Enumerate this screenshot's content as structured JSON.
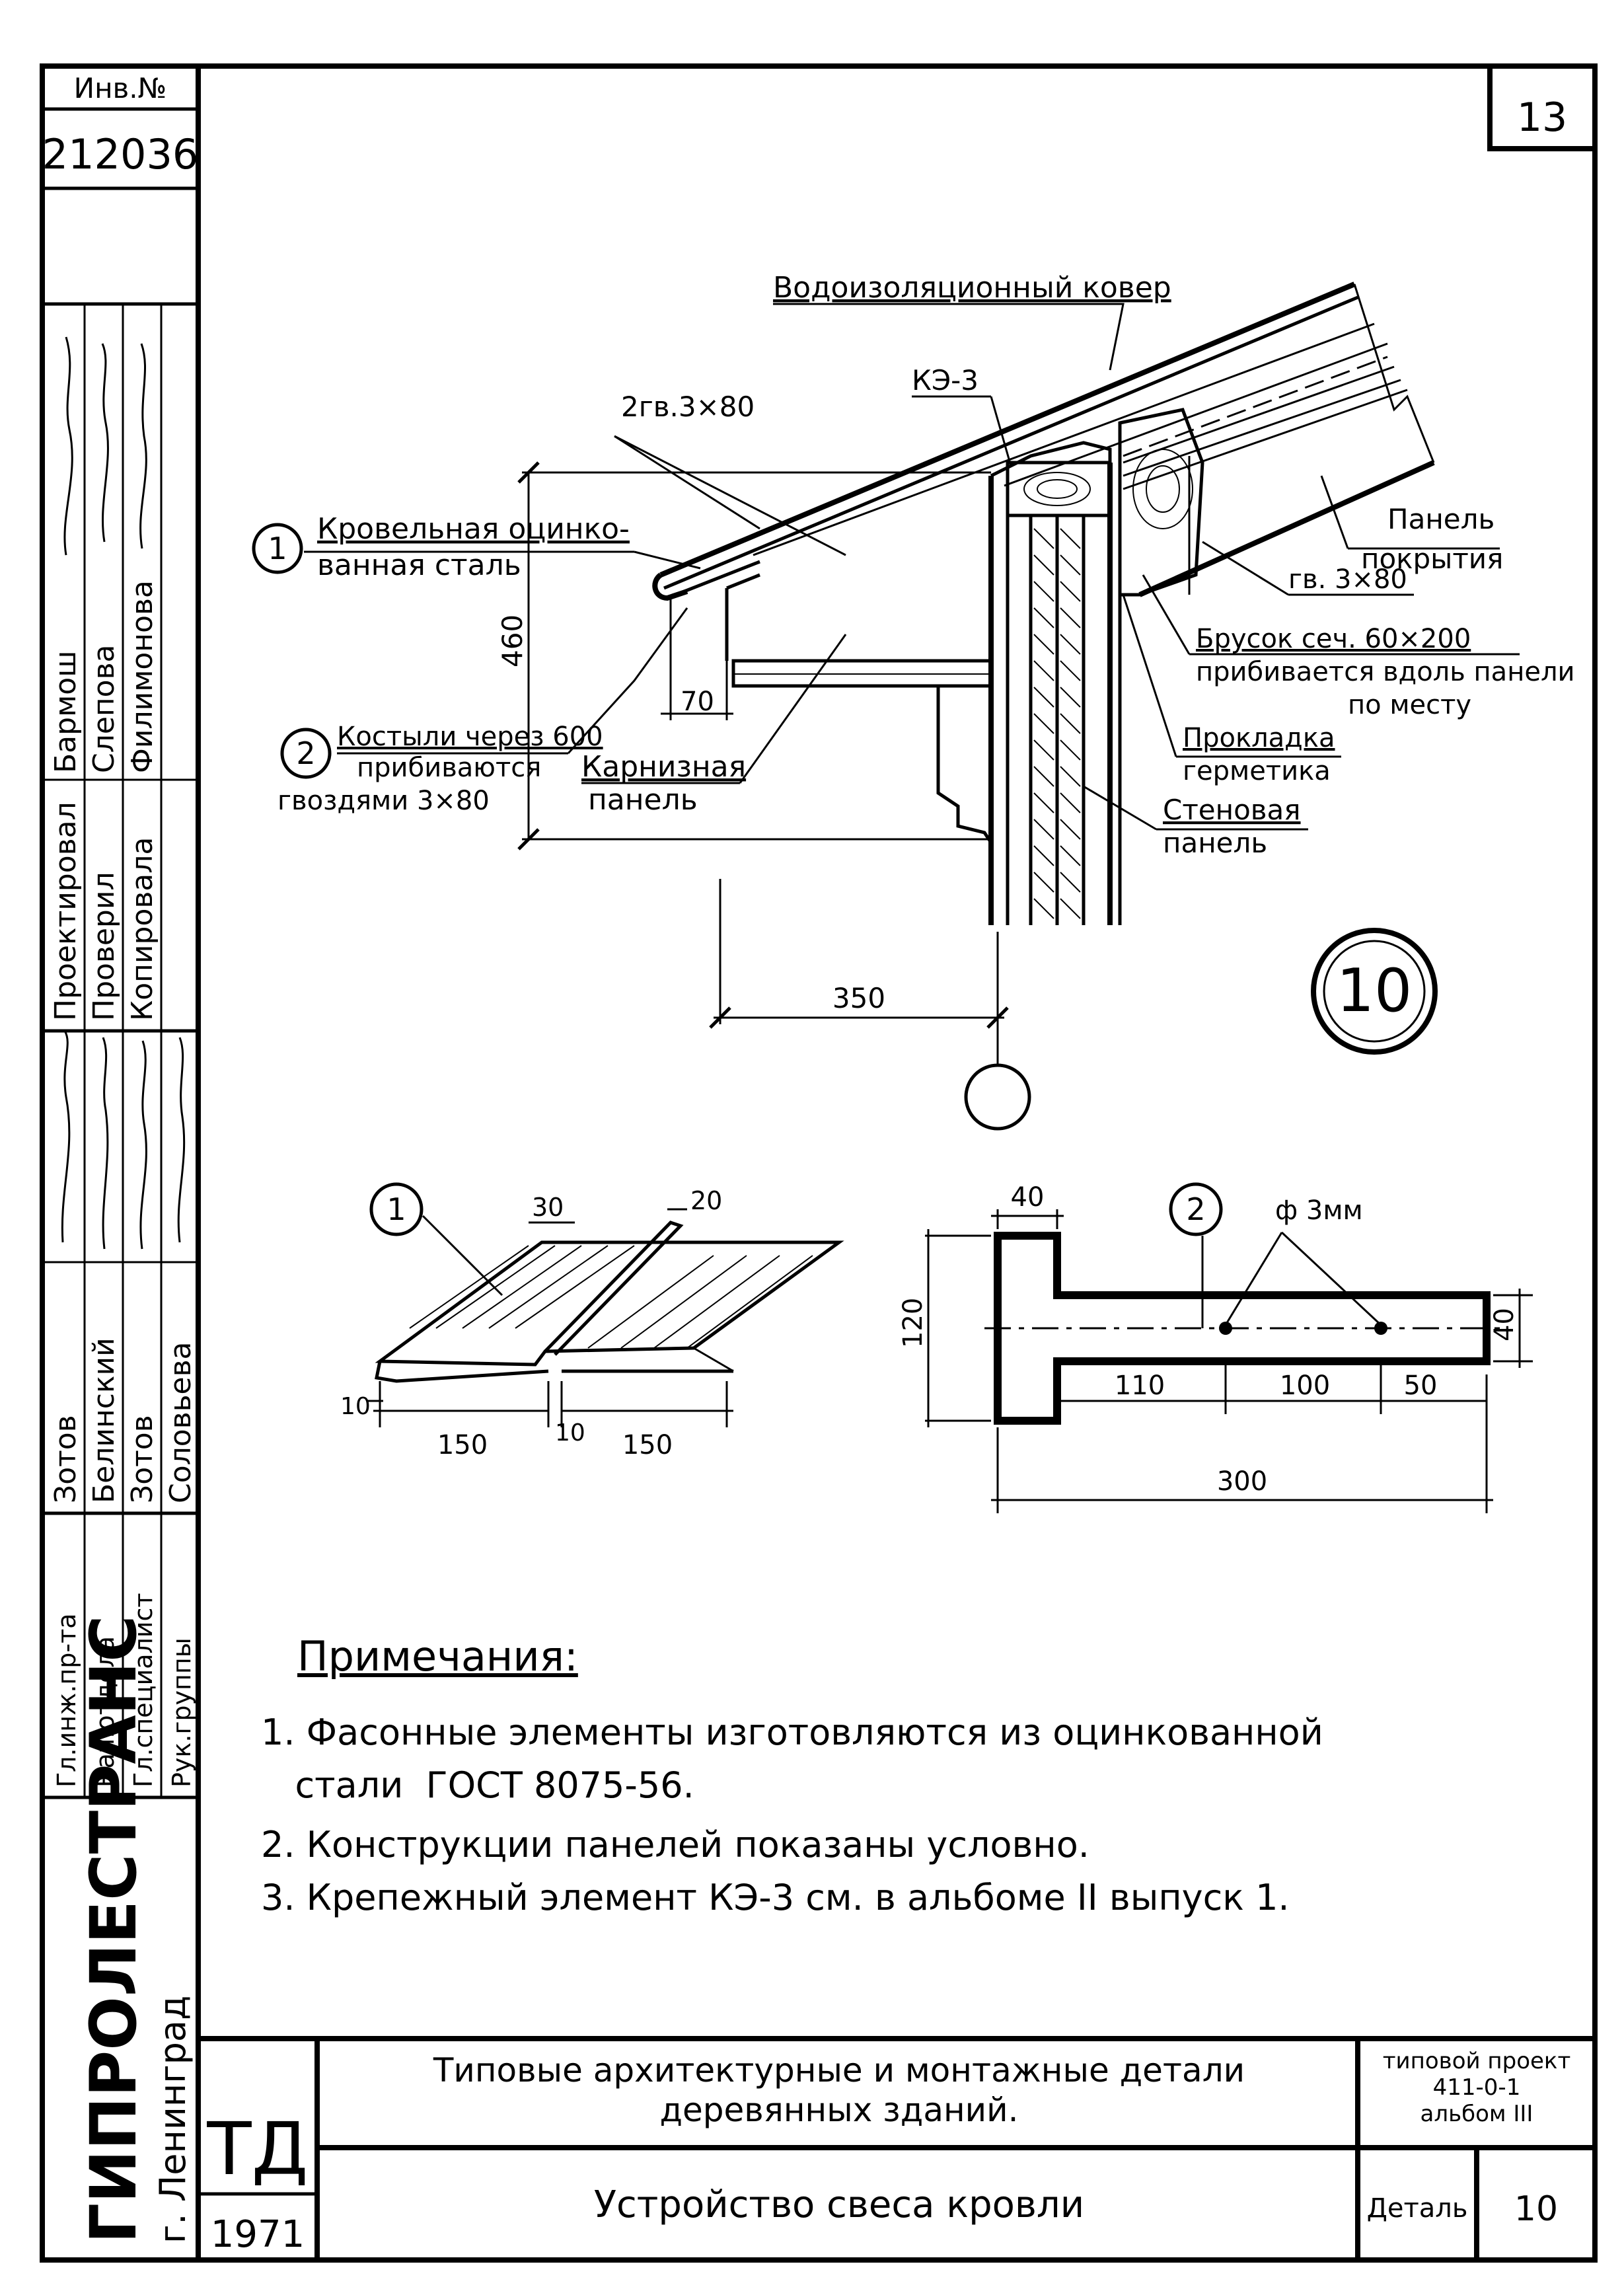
{
  "sheet_number": "13",
  "side_stamp": {
    "inv_label": "Инв.№",
    "inv_number": "212036",
    "roles": [
      "Гл.инж.пр-та",
      "Нач.отдела",
      "Гл.специалист",
      "Рук.группы"
    ],
    "names_left": [
      "Зотов",
      "Белинский",
      "Зотов",
      "Соловьева"
    ],
    "duties": [
      "Проектировал",
      "Проверил",
      "Копировала"
    ],
    "names_right": [
      "Бармош",
      "Слепова",
      "Филимонова"
    ],
    "org": "ГИПРОЛЕСТРАНС",
    "city": "г. Ленинград"
  },
  "detail_callout": "10",
  "labels": {
    "waterproof": "Водоизоляционный ковер",
    "ke3": "КЭ-3",
    "nails_top": "2гв.3×80",
    "roof_steel_1": "Кровельная оцинко-",
    "roof_steel_2": "ванная сталь",
    "marker1": "1",
    "marker2": "2",
    "dim_460": "460",
    "dim_70": "70",
    "dim_350": "350",
    "crutch_1": "Костыли через 600",
    "crutch_2": "прибиваются",
    "crutch_3": "гвоздями 3×80",
    "eave_panel_1": "Карнизная",
    "eave_panel_2": "панель",
    "panel_1": "Панель",
    "panel_2": "покрытия",
    "nails_right": "гв. 3×80",
    "bar_1": "Брусок сеч. 60×200",
    "bar_2": "прибивается вдоль панели",
    "bar_3": "по месту",
    "gasket_1": "Прокладка",
    "gasket_2": "герметика",
    "wall_1": "Стеновая",
    "wall_2": "панель"
  },
  "detail1": {
    "marker": "1",
    "dim_30": "30",
    "dim_20": "20",
    "dim_10a": "10",
    "dim_10b": "10",
    "dim_150a": "150",
    "dim_150b": "150"
  },
  "detail2": {
    "marker": "2",
    "dim_40_top": "40",
    "dia": "ф 3мм",
    "dim_120": "120",
    "dim_40_right": "40",
    "dim_110": "110",
    "dim_100": "100",
    "dim_50": "50",
    "dim_300": "300"
  },
  "notes": {
    "heading": "Примечания:",
    "items": [
      "1. Фасонные  элементы изготовляются из оцинкованной",
      "   стали  ГОСТ 8075-56.",
      "2. Конструкции  панелей  показаны  условно.",
      "3. Крепежный  элемент  КЭ-3 см. в альбоме II выпуск 1."
    ]
  },
  "title_block": {
    "code": "ТД",
    "year": "1971",
    "title_1": "Типовые архитектурные и монтажные детали",
    "title_2": "деревянных зданий.",
    "subtitle": "Устройство свеса кровли",
    "project_1": "типовой проект",
    "project_2": "411-0-1",
    "project_3": "альбом III",
    "detail_label": "Деталь",
    "detail_num": "10"
  }
}
